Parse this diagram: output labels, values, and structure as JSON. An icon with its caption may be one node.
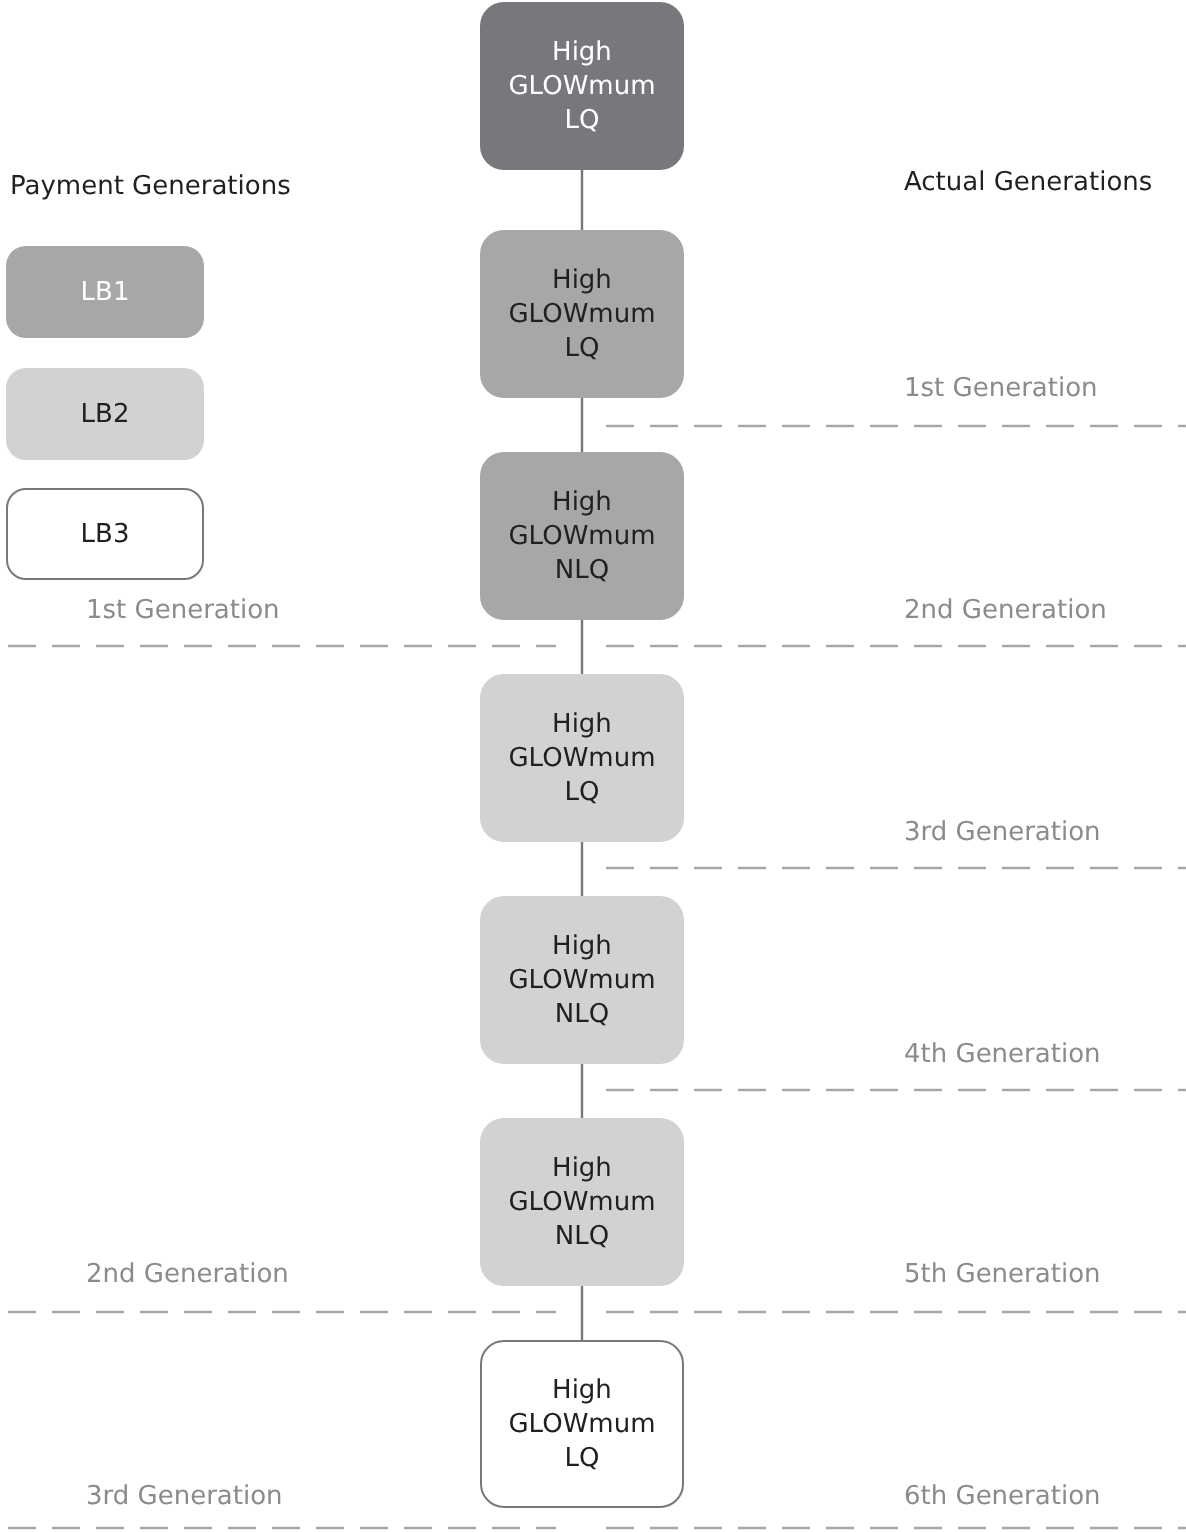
{
  "diagram": {
    "nodes": [
      {
        "text": [
          "High GLOWmum LQ"
        ]
      },
      {
        "text": [
          "High GLOWmum LQ"
        ]
      },
      {
        "text": [
          "High GLOWmum NLQ"
        ]
      },
      {
        "text": [
          "High GLOWmum LQ"
        ]
      },
      {
        "text": [
          "High GLOWmum NLQ"
        ]
      },
      {
        "text": [
          "High GLOWmum NLQ"
        ]
      },
      {
        "text": [
          "High GLOWmum LQ"
        ]
      }
    ],
    "edges": [
      {
        "from": 0,
        "to": 1,
        "arrow": "none"
      },
      {
        "from": 1,
        "to": 2,
        "arrow": "none"
      },
      {
        "from": 2,
        "to": 3,
        "arrow": "none"
      },
      {
        "from": 3,
        "to": 4,
        "arrow": "none"
      },
      {
        "from": 4,
        "to": 5,
        "arrow": "none"
      },
      {
        "from": 5,
        "to": 6,
        "arrow": "none"
      }
    ],
    "labels": [
      "Payment Generations",
      "Actual Generations",
      "1st Generation",
      "1st Generation",
      "2nd Generation",
      "3rd Generation",
      "4th Generation",
      "2nd Generation",
      "5th Generation",
      "3rd Generation",
      "6th Generation"
    ],
    "legend": [
      {
        "text": "LB1",
        "color": "#a6a7a9"
      },
      {
        "text": "LB2",
        "color": "#d1d2d4"
      },
      {
        "text": "LB3",
        "color": "#ffffff"
      }
    ]
  }
}
